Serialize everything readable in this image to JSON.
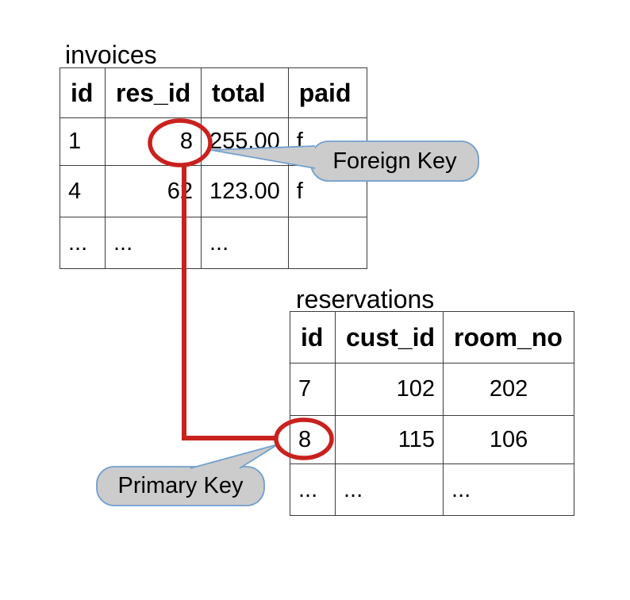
{
  "diagram": {
    "colors": {
      "highlight_red": "#C9211E",
      "callout_fill": "#CCCCCC",
      "callout_border": "#729FCF",
      "table_border": "#3C3C3C",
      "background": "#FFFFFF",
      "text": "#000000"
    },
    "tables": [
      {
        "title": "invoices",
        "columns": [
          "id",
          "res_id",
          "total",
          "paid"
        ],
        "rows": [
          [
            {
              "t": "1",
              "a": "left"
            },
            {
              "t": "8",
              "a": "right"
            },
            {
              "t": "255.00",
              "a": "right"
            },
            {
              "t": "f",
              "a": "left"
            }
          ],
          [
            {
              "t": "4",
              "a": "left"
            },
            {
              "t": "62",
              "a": "right"
            },
            {
              "t": "123.00",
              "a": "right"
            },
            {
              "t": "f",
              "a": "left"
            }
          ],
          [
            {
              "t": "...",
              "a": "left"
            },
            {
              "t": "...",
              "a": "left"
            },
            {
              "t": "...",
              "a": "left"
            },
            {
              "t": "",
              "a": "left"
            }
          ]
        ],
        "circled_value": {
          "column": "res_id",
          "row_index": 0,
          "value": "8"
        }
      },
      {
        "title": "reservations",
        "columns": [
          "id",
          "cust_id",
          "room_no"
        ],
        "rows": [
          [
            {
              "t": "7",
              "a": "left"
            },
            {
              "t": "102",
              "a": "right"
            },
            {
              "t": "202",
              "a": "center"
            }
          ],
          [
            {
              "t": "8",
              "a": "left"
            },
            {
              "t": "115",
              "a": "right"
            },
            {
              "t": "106",
              "a": "center"
            }
          ],
          [
            {
              "t": "...",
              "a": "left"
            },
            {
              "t": "...",
              "a": "left"
            },
            {
              "t": "...",
              "a": "left"
            }
          ]
        ],
        "circled_value": {
          "column": "id",
          "row_index": 1,
          "value": "8"
        }
      }
    ],
    "callouts": [
      {
        "label": "Foreign Key"
      },
      {
        "label": "Primary Key"
      }
    ]
  }
}
